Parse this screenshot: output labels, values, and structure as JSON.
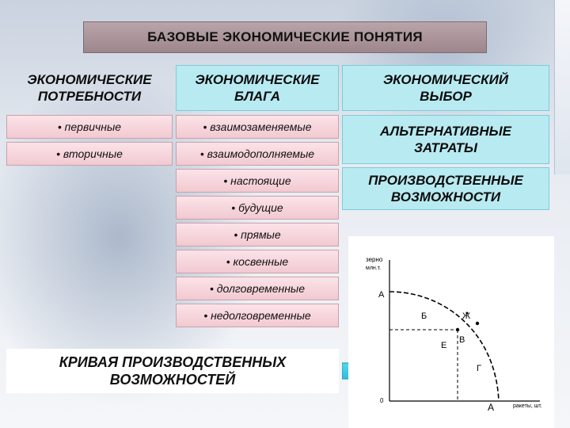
{
  "title": "БАЗОВЫЕ ЭКОНОМИЧЕСКИЕ ПОНЯТИЯ",
  "columns": {
    "needs": {
      "header": "ЭКОНОМИЧЕСКИЕ ПОТРЕБНОСТИ",
      "items": [
        "• первичные",
        "• вторичные"
      ]
    },
    "goods": {
      "header": "ЭКОНОМИЧЕСКИЕ БЛАГА",
      "items": [
        "• взаимозаменяемые",
        "• взаимодополняемые",
        "• настоящие",
        "• будущие",
        "• прямые",
        "• косвенные",
        "• долговременные",
        "• недолговременные"
      ]
    },
    "choice": {
      "header": "ЭКОНОМИЧЕСКИЙ ВЫБОР",
      "items": [
        "АЛЬТЕРНАТИВНЫЕ ЗАТРАТЫ",
        "ПРОИЗВОДСТВЕННЫЕ ВОЗМОЖНОСТИ"
      ]
    }
  },
  "curve_label": "КРИВАЯ ПРОИЗВОДСТВЕННЫХ ВОЗМОЖНОСТЕЙ",
  "chart": {
    "y_axis_label_1": "зерно",
    "y_axis_label_2": "млн.т.",
    "x_axis_label": "ракеты, шт.",
    "origin": "0",
    "point_A_y": "А",
    "point_A_x": "А",
    "point_B": "Б",
    "point_V": "В",
    "point_G": "Г",
    "point_E": "Е",
    "point_Zh": "Ж"
  },
  "colors": {
    "title_bg": "#a8939a",
    "header_bg": "#b8eaf2",
    "pill_bg": "#f6d3da",
    "arrow": "#29c8e6"
  }
}
